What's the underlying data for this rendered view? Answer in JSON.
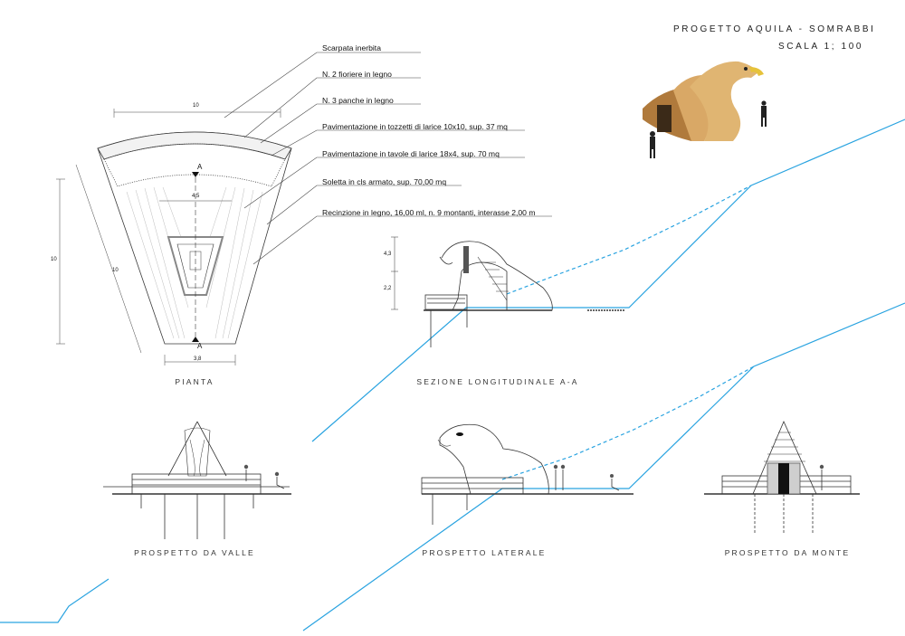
{
  "header": {
    "project": "PROGETTO AQUILA - SOMRABBI",
    "scale": "SCALA 1; 100"
  },
  "legend": [
    "Scarpata inerbita",
    "N. 2 fioriere in legno",
    "N. 3 panche in legno",
    "Pavimentazione in tozzetti di larice 10x10, sup. 37 mq",
    "Pavimentazione in tavole di larice 18x4, sup. 70 mq",
    "Soletta in cls armato, sup. 70,00 mq",
    "Recinzione in legno, 16,00 ml, n. 9 montanti, interasse 2,00 m"
  ],
  "captions": {
    "plan": "PIANTA",
    "section": "SEZIONE LONGITUDINALE A-A",
    "valley": "PROSPETTO DA VALLE",
    "side": "PROSPETTO LATERALE",
    "mountain": "PROSPETTO DA MONTE"
  },
  "dimensions": {
    "plan_top": "10",
    "plan_bottom": "3,8",
    "plan_height": "10",
    "plan_diag": "10",
    "plan_inner_width": "4,5",
    "plan_section_mark": "A",
    "section_total": "4,3",
    "section_lower": "2,2"
  },
  "colors": {
    "terrain": "#29a3e0",
    "line": "#3a3a3a",
    "wood": "#c99a52",
    "ink": "#111111"
  }
}
